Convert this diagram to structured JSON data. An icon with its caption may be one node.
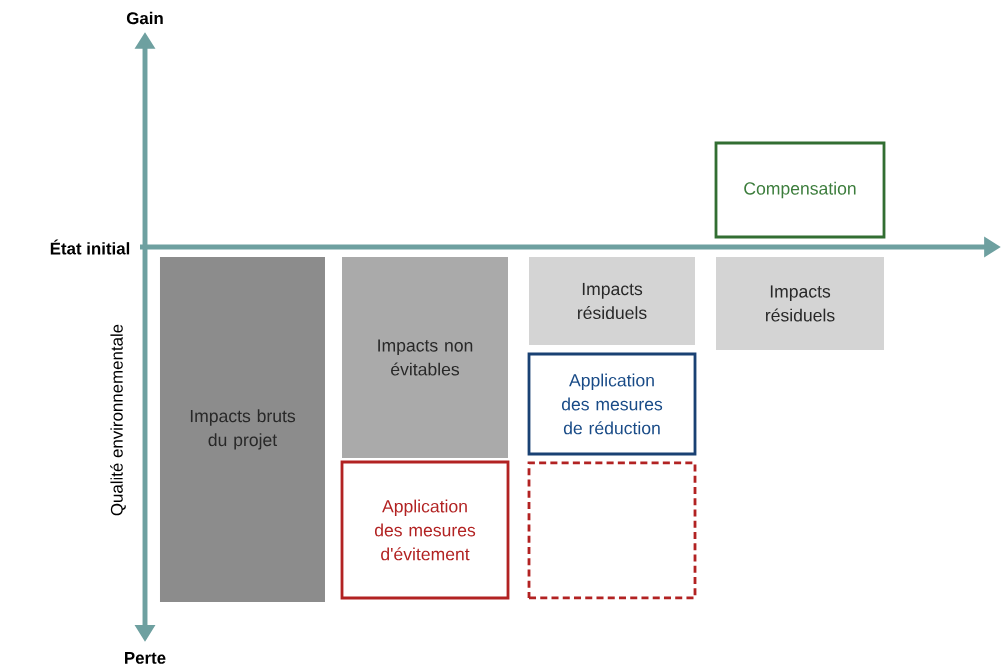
{
  "diagram": {
    "nodes": [
      {
        "text": [
          "Impacts bruts du projet"
        ]
      },
      {
        "text": [
          "Impacts non évitables"
        ]
      },
      {
        "text": [
          "Application des mesures d'évitement"
        ]
      },
      {
        "text": [
          "Impacts résiduels"
        ]
      },
      {
        "text": [
          "Application des mesures de réduction"
        ]
      },
      {
        "text": [],
        "shape": "box"
      },
      {
        "text": [
          "Compensation"
        ]
      },
      {
        "text": [
          "Impacts résiduels"
        ]
      }
    ],
    "edges": [],
    "labels": [
      "Gain",
      "État initial",
      "Qualité environnementale",
      "Perte"
    ]
  }
}
